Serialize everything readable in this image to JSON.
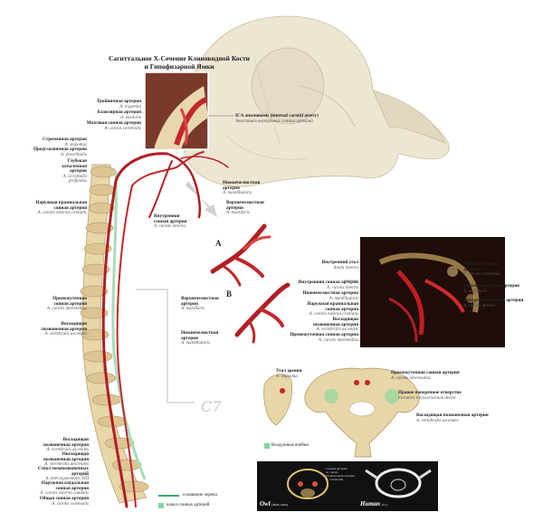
{
  "title": "Сагиттальное Х-Сечение Клиновидной Кости и Гипофизарной Ямки",
  "inset_labels": [
    {
      "ru": "Тройничная артерия",
      "la": "A. trigemini"
    },
    {
      "ru": "Базилярная артерия",
      "la": "A. basilaris"
    },
    {
      "ru": "Мозговая сонная артерия",
      "la": "A. carotis cerebralis"
    }
  ],
  "ica_label": {
    "ru": "ICA anastomosis (internal carotid artery)",
    "la": "Анастомоз внутренних сонных артерий"
  },
  "left_labels": [
    {
      "ru": "Стременная артерия",
      "la": "A. stapedius"
    },
    {
      "ru": "Предглазничная артерия",
      "la": "A. preorbitalis"
    },
    {
      "ru": "Глубокая",
      "ru2": "затылочная",
      "ru3": "артерия",
      "la": "A. occipitalis",
      "la2": "profundus"
    },
    {
      "ru": "Наружная краниальная",
      "ru2": "сонная артерия",
      "la": "A. carotis externa cranialis"
    }
  ],
  "skull_labels": [
    {
      "ru": "Нижнечелюстная",
      "ru2": "артерия",
      "la": "A. mandibularis"
    },
    {
      "ru": "Верхнечелюстная",
      "ru2": "артерия",
      "la": "A. maxillaris"
    },
    {
      "ru": "Внутренняя",
      "ru2": "сонная артерия",
      "la": "A. carotis interna"
    }
  ],
  "panel_a": "A",
  "panel_b": "B",
  "b_labels": [
    {
      "ru": "Верхнечелюстная",
      "ru2": "артерия",
      "la": "A. maxillaris"
    },
    {
      "ru": "Нижнечелюстная",
      "ru2": "артерия",
      "la": "A. mandibularis"
    }
  ],
  "mid_labels": [
    {
      "ru": "Промежуточная",
      "ru2": "сонная артерия",
      "la": "A. carotis intermedius"
    },
    {
      "ru": "Восходящая",
      "ru2": "позвоночная артерия",
      "la": "A. vertebralis ascendes"
    }
  ],
  "photo_left_labels": [
    {
      "ru": "Внутренний угол",
      "la": "Anulu interna"
    },
    {
      "ru": "Внутренняя сонная артерия",
      "la": "A. carotis interna"
    },
    {
      "ru": "Нижнечелюстная артерия",
      "la": "A. mandibularis"
    },
    {
      "ru": "Наружная краниальная",
      "ru2": "сонная артерия",
      "la": "A. carotis externa cranialis"
    },
    {
      "ru": "Восходящая",
      "ru2": "позвоночная артерия",
      "la": "A. vertebralis ascendes"
    },
    {
      "ru": "Промежуточная сонная артерия",
      "la": "A. carotis intermedius"
    }
  ],
  "photo_right_labels": [
    {
      "ru": "Мозговая сонная",
      "ru2": "артерия",
      "la": "A. carotis cerebralis"
    },
    {
      "ru": "Верхнечелюстная артерия",
      "la": "A. maxillaris"
    },
    {
      "ru": "Внутренняя сонная артерия",
      "la": "A. carotis interna"
    }
  ],
  "c7": "C7",
  "vert_labels": [
    {
      "ru": "Угол зрения",
      "la": "A. stapedius"
    },
    {
      "ru": "Промежуточная сонная артерия",
      "la": "A. carotis intermedius"
    },
    {
      "ru": "Правое поперечное отверстие",
      "la": "Foramen transversarium dexter"
    },
    {
      "ru": "Восходящая позвоночная артерия",
      "la": "A. vertebralis ascendes"
    }
  ],
  "bottom_left_labels": [
    {
      "ru": "Восходящая",
      "ru2": "позвоночная артерия",
      "la": "A. vertebralis ascendes"
    },
    {
      "ru": "Нисходящая",
      "ru2": "позвоночная артерия",
      "la": "A. vertebralis descendes"
    },
    {
      "ru": "Ствол межпозвоночных",
      "ru2": "артерий",
      "la": "A. intersegmentalis XIII"
    },
    {
      "ru": "Наружная каудальная",
      "ru2": "сонная артерия",
      "la": "A. carotis externa caudalis"
    },
    {
      "ru": "Общая сонная артерия",
      "la": "A. carotis communis"
    }
  ],
  "legend": [
    {
      "label": "основание черепа",
      "color": "#3aa86b",
      "shape": "line"
    },
    {
      "label": "канал сонных артерий",
      "color": "#7fd6a0",
      "shape": "square"
    }
  ],
  "air_label": "Воздушные ячейки",
  "ct": {
    "owl": "Owl",
    "owl_sub": "(Bubo bubo)",
    "human": "Human",
    "human_sub": "(n=)",
    "labels": [
      "Сонная артерия",
      "A. carotis",
      "Позвоночная артерия",
      "A. vertebralis"
    ]
  },
  "colors": {
    "artery": "#b01e23",
    "bone": "#e8d6a8",
    "skull": "#ede6d3",
    "channel": "#7fd6a0"
  }
}
